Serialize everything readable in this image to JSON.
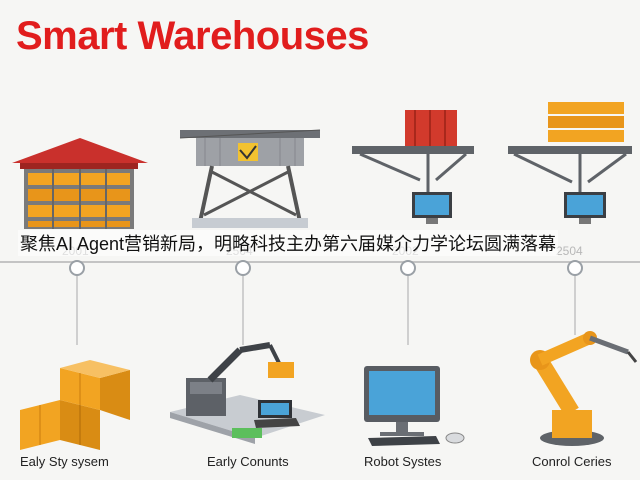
{
  "title": "Smart Warehouses",
  "overlay_text": "聚焦AI Agent营销新局，明略科技主办第六届媒介力学论坛圆满落幕",
  "timeline": {
    "years": [
      "2001",
      "2504",
      "2002",
      "2504"
    ]
  },
  "captions": [
    "Ealy Sty sysem",
    "Early Conunts",
    "Robot Systes",
    "Conrol Ceries"
  ],
  "colors": {
    "title": "#e11d1d",
    "accent_orange": "#f2a422",
    "roof_red": "#c9302c",
    "steel_gray": "#8c8f94",
    "timeline": "#c4c4c4"
  },
  "icons": {
    "top": [
      "warehouse-rack-icon",
      "gantry-container-icon",
      "crane-container-monitor-icon",
      "crane-pallet-monitor-icon"
    ],
    "bottom": [
      "pallet-boxes-icon",
      "robot-arm-laptop-icon",
      "computer-monitor-icon",
      "industrial-robot-arm-icon"
    ]
  }
}
